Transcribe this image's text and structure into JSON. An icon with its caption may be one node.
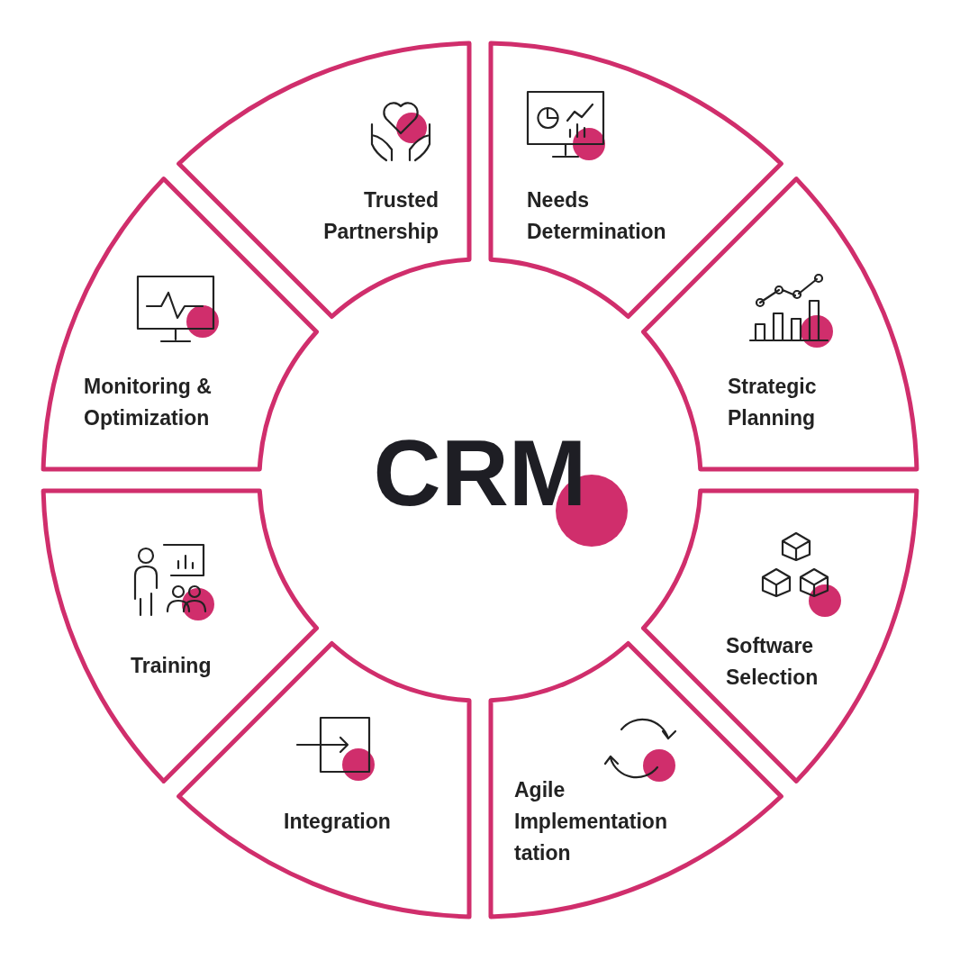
{
  "diagram": {
    "nodes": [
      {
        "text": [
          "CRM"
        ]
      },
      {
        "text": [
          "Trusted Partnership"
        ]
      },
      {
        "text": [
          "Needs Determination"
        ]
      },
      {
        "text": [
          "Monitoring & Optimization"
        ]
      },
      {
        "text": [
          "Strategic Planning"
        ]
      },
      {
        "text": [
          "Training"
        ]
      },
      {
        "text": [
          "Software Selection"
        ]
      },
      {
        "text": [
          "Integration"
        ]
      },
      {
        "text": [
          "Agile Implementation tation"
        ]
      }
    ]
  }
}
